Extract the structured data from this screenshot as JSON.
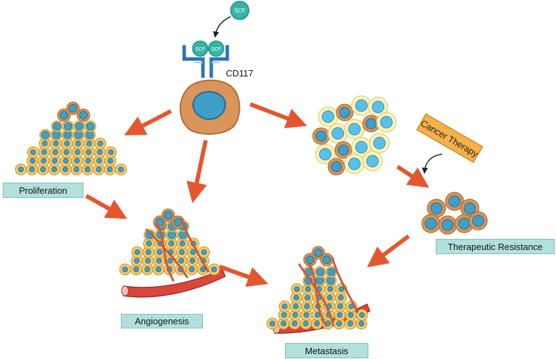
{
  "diagram": {
    "ligand": "SCF",
    "receptor_ligands": [
      "SCF",
      "SCF"
    ],
    "receptor": "CD117",
    "therapy": "Cancer Therapy",
    "stages": {
      "proliferation": "Proliferation",
      "angiogenesis": "Angiogenesis",
      "metastasis": "Metastasis",
      "resistance": "Therapeutic Resistance"
    }
  },
  "colors": {
    "arrow": "#e4572e",
    "label_fill": "#b2e0dc",
    "cell_outer": "#f3c76a",
    "cell_inner": "#3f9fc7",
    "vessel": "#d9473a",
    "scf_ball": "#34b5a9",
    "receptor": "#2f73b7"
  }
}
